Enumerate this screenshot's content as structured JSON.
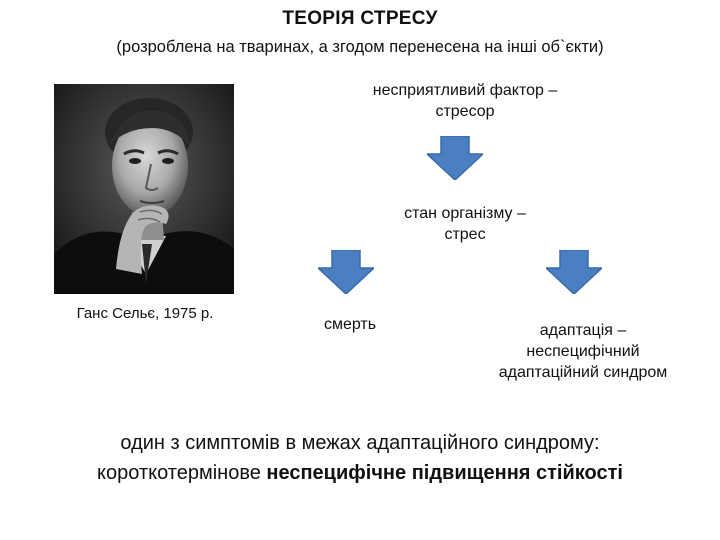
{
  "title": "ТЕОРІЯ СТРЕСУ",
  "subtitle": "(розроблена на тваринах, а згодом перенесена на інші об`єкти)",
  "photo": {
    "caption": "Ганс Сельє, 1975 р."
  },
  "nodes": {
    "stressor": {
      "line1": "несприятливий фактор –",
      "line2": "стресор"
    },
    "stress": {
      "line1": "стан організму –",
      "line2": "стрес"
    },
    "death": {
      "line1": "смерть"
    },
    "adaptation": {
      "line1": "адаптація –",
      "line2": "неспецифічний",
      "line3": "адаптаційний синдром"
    }
  },
  "arrow_color": "#4a7fc1",
  "bottom_text": {
    "line1": "один з симптомів в межах адаптаційного синдрому:",
    "line2_plain": "короткотермінове ",
    "line2_bold": "неспецифічне підвищення стійкості"
  }
}
